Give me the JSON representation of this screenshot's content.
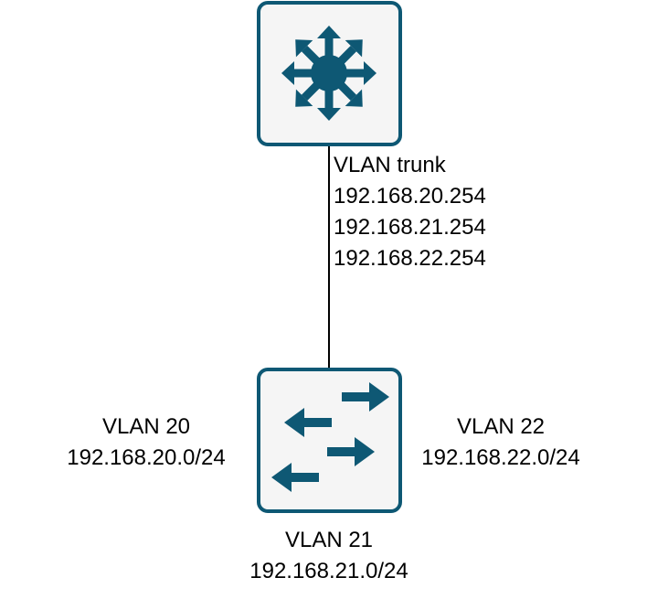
{
  "colors": {
    "device_fill": "#0e5874",
    "device_bg": "#f5f5f5",
    "link_line": "#000000",
    "text": "#000000"
  },
  "devices": {
    "top": {
      "icon": "multilayer-switch-icon"
    },
    "bottom": {
      "icon": "layer2-switch-icon"
    }
  },
  "trunk": {
    "label": "VLAN trunk",
    "ips": [
      "192.168.20.254",
      "192.168.21.254",
      "192.168.22.254"
    ]
  },
  "vlans": [
    {
      "name": "VLAN 20",
      "subnet": "192.168.20.0/24"
    },
    {
      "name": "VLAN 21",
      "subnet": "192.168.21.0/24"
    },
    {
      "name": "VLAN 22",
      "subnet": "192.168.22.0/24"
    }
  ]
}
